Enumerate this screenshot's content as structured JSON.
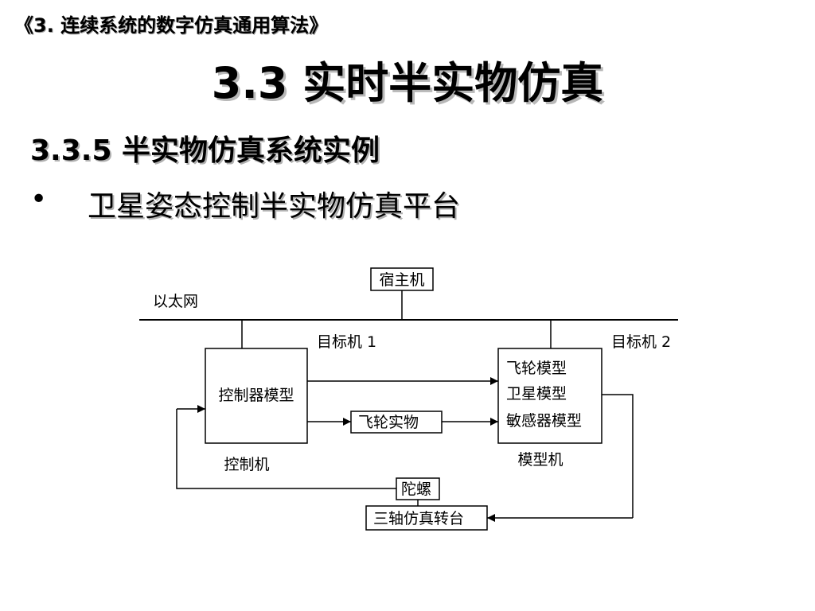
{
  "header": {
    "breadcrumb": "《3. 连续系统的数字仿真通用算法》",
    "title": "3.3 实时半实物仿真"
  },
  "section": {
    "subtitle": "3.3.5 半实物仿真系统实例",
    "bullet_symbol": "•",
    "bullet_text": "卫星姿态控制半实物仿真平台"
  },
  "diagram": {
    "host_label": "宿主机",
    "ethernet_label": "以太网",
    "target1_label": "目标机 1",
    "target2_label": "目标机 2",
    "controller_label": "控制器模型",
    "control_machine_label": "控制机",
    "flywheel_real_label": "飞轮实物",
    "model_lines": [
      "飞轮模型",
      "卫星模型",
      "敏感器模型"
    ],
    "model_machine_label": "模型机",
    "gyro_label": "陀螺",
    "turntable_label": "三轴仿真转台"
  }
}
